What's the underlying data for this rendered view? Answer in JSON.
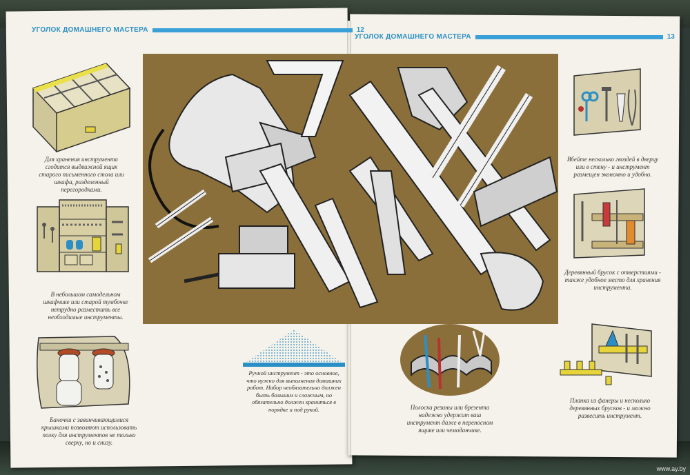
{
  "left_page": {
    "header_title": "УГОЛОК ДОМАШНЕГО МАСТЕРА",
    "page_number": "12",
    "captions": {
      "drawer": "Для хранения инструмента сгодится выдвижной ящик старого письменного стола или шкафа, разделенный перегородками.",
      "cabinet": "В небольшом самодельном шкафчике или старой тумбочке нетрудно разместить все необходимые инструменты.",
      "jars": "Баночки с завинчивающимися крышками позволяют использовать полку для инструментов не только сверху, но и снизу."
    }
  },
  "center_note": "Ручной инструмент - это основное, что нужно для выполнения домашних работ. Набор необязательно должен быть большим и сложным, но обязательно должен храниться в порядке и под рукой.",
  "right_page": {
    "header_title": "УГОЛОК ДОМАШНЕГО МАСТЕРА",
    "page_number": "13",
    "captions": {
      "nails": "Вбейте несколько гвоздей в дверцу или в стену - и инструмент размещен экономно и удобно.",
      "bars": "Деревянный брусок с отверстиями - также удобное место для хранения инструмента.",
      "rubber": "Полоска резины или брезента надежно удержит ваш инструмент даже в переносном ящике или чемоданчике.",
      "plank": "Планка из фанеры и несколько деревянных брусков - и можно развесить инструмент."
    }
  },
  "watermark": "www.ay.by",
  "colors": {
    "accent_blue": "#2a8fc5",
    "olive_background": "#8b6f3a",
    "page_paper": "#f4f2ea"
  }
}
